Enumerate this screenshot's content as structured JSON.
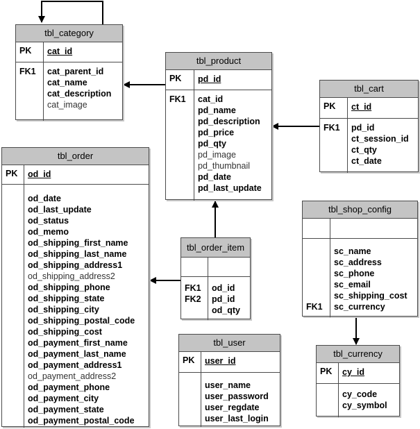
{
  "tables": {
    "tbl_category": {
      "title": "tbl_category",
      "pk": {
        "key": "PK",
        "name": "cat_id"
      },
      "keys": [
        "FK1"
      ],
      "fields": [
        {
          "name": "cat_parent_id",
          "required": true
        },
        {
          "name": "cat_name",
          "required": true
        },
        {
          "name": "cat_description",
          "required": true
        },
        {
          "name": "cat_image",
          "required": false
        }
      ]
    },
    "tbl_product": {
      "title": "tbl_product",
      "pk": {
        "key": "PK",
        "name": "pd_id"
      },
      "keys": [
        "FK1"
      ],
      "fields": [
        {
          "name": "cat_id",
          "required": true
        },
        {
          "name": "pd_name",
          "required": true
        },
        {
          "name": "pd_description",
          "required": true
        },
        {
          "name": "pd_price",
          "required": true
        },
        {
          "name": "pd_qty",
          "required": true
        },
        {
          "name": "pd_image",
          "required": false
        },
        {
          "name": "pd_thumbnail",
          "required": false
        },
        {
          "name": "pd_date",
          "required": true
        },
        {
          "name": "pd_last_update",
          "required": true
        }
      ]
    },
    "tbl_cart": {
      "title": "tbl_cart",
      "pk": {
        "key": "PK",
        "name": "ct_id"
      },
      "keys": [
        "FK1"
      ],
      "fields": [
        {
          "name": "pd_id",
          "required": true
        },
        {
          "name": "ct_session_id",
          "required": true
        },
        {
          "name": "ct_qty",
          "required": true
        },
        {
          "name": "ct_date",
          "required": true
        }
      ]
    },
    "tbl_order": {
      "title": "tbl_order",
      "pk": {
        "key": "PK",
        "name": "od_id"
      },
      "keys": [],
      "fields": [
        {
          "name": "od_date",
          "required": true
        },
        {
          "name": "od_last_update",
          "required": true
        },
        {
          "name": "od_status",
          "required": true
        },
        {
          "name": "od_memo",
          "required": true
        },
        {
          "name": "od_shipping_first_name",
          "required": true
        },
        {
          "name": "od_shipping_last_name",
          "required": true
        },
        {
          "name": "od_shipping_address1",
          "required": true
        },
        {
          "name": "od_shipping_address2",
          "required": false
        },
        {
          "name": "od_shipping_phone",
          "required": true
        },
        {
          "name": "od_shipping_state",
          "required": true
        },
        {
          "name": "od_shipping_city",
          "required": true
        },
        {
          "name": "od_shipping_postal_code",
          "required": true
        },
        {
          "name": "od_shipping_cost",
          "required": true
        },
        {
          "name": "od_payment_first_name",
          "required": true
        },
        {
          "name": "od_payment_last_name",
          "required": true
        },
        {
          "name": "od_payment_address1",
          "required": true
        },
        {
          "name": "od_payment_address2",
          "required": false
        },
        {
          "name": "od_payment_phone",
          "required": true
        },
        {
          "name": "od_payment_city",
          "required": true
        },
        {
          "name": "od_payment_state",
          "required": true
        },
        {
          "name": "od_payment_postal_code",
          "required": true
        }
      ]
    },
    "tbl_order_item": {
      "title": "tbl_order_item",
      "pk": {
        "key": "",
        "name": ""
      },
      "keys": [
        "FK1",
        "FK2"
      ],
      "fields": [
        {
          "name": "od_id",
          "required": true
        },
        {
          "name": "pd_id",
          "required": true
        },
        {
          "name": "od_qty",
          "required": true
        }
      ]
    },
    "tbl_user": {
      "title": "tbl_user",
      "pk": {
        "key": "PK",
        "name": "user_id"
      },
      "keys": [],
      "fields": [
        {
          "name": "user_name",
          "required": true
        },
        {
          "name": "user_password",
          "required": true
        },
        {
          "name": "user_regdate",
          "required": true
        },
        {
          "name": "user_last_login",
          "required": true
        }
      ]
    },
    "tbl_shop_config": {
      "title": "tbl_shop_config",
      "pk": {
        "key": "",
        "name": ""
      },
      "keys": [
        "",
        "",
        "",
        "",
        "",
        "FK1"
      ],
      "fields": [
        {
          "name": "sc_name",
          "required": true
        },
        {
          "name": "sc_address",
          "required": true
        },
        {
          "name": "sc_phone",
          "required": true
        },
        {
          "name": "sc_email",
          "required": true
        },
        {
          "name": "sc_shipping_cost",
          "required": true
        },
        {
          "name": "sc_currency",
          "required": true
        }
      ]
    },
    "tbl_currency": {
      "title": "tbl_currency",
      "pk": {
        "key": "PK",
        "name": "cy_id"
      },
      "keys": [],
      "fields": [
        {
          "name": "cy_code",
          "required": true
        },
        {
          "name": "cy_symbol",
          "required": true
        }
      ]
    }
  },
  "relationships": [
    {
      "from": "tbl_category",
      "to": "tbl_category",
      "via": "cat_parent_id"
    },
    {
      "from": "tbl_product",
      "to": "tbl_category",
      "via": "cat_id"
    },
    {
      "from": "tbl_cart",
      "to": "tbl_product",
      "via": "pd_id"
    },
    {
      "from": "tbl_order_item",
      "to": "tbl_product",
      "via": "pd_id"
    },
    {
      "from": "tbl_order_item",
      "to": "tbl_order",
      "via": "od_id"
    },
    {
      "from": "tbl_shop_config",
      "to": "tbl_currency",
      "via": "sc_currency"
    }
  ]
}
